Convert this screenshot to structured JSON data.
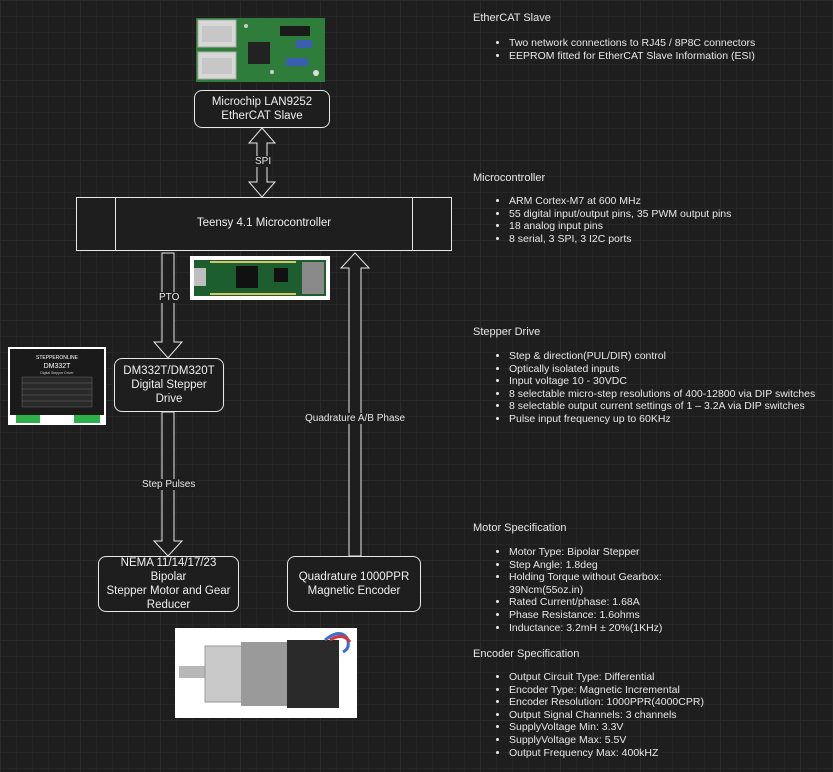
{
  "nodes": {
    "lan9252": "Microchip LAN9252\nEtherCAT Slave",
    "mcu": "Teensy 4.1 Microcontroller",
    "drive": "DM332T/DM320T\nDigital Stepper Drive",
    "motor": "NEMA 11/14/17/23 Bipolar\nStepper Motor and Gear\nReducer",
    "encoder": "Quadrature 1000PPR\nMagnetic Encoder"
  },
  "edges": {
    "spi": "SPI",
    "pto": "PTO",
    "step_pulses": "Step Pulses",
    "quadrature": "Quadrature A/B Phase"
  },
  "images": {
    "drive_brand": "STEPPERONLINE",
    "drive_model": "DM332T",
    "drive_subtitle": "Digital Stepper Driver"
  },
  "sections": [
    {
      "title": "EtherCAT Slave",
      "items": [
        "Two network connections to RJ45 / 8P8C connectors",
        "EEPROM fitted for EtherCAT Slave Information (ESI)"
      ]
    },
    {
      "title": "Microcontroller",
      "items": [
        "ARM Cortex-M7 at 600 MHz",
        "55 digital input/output pins, 35 PWM output pins",
        "18 analog input pins",
        "8 serial, 3 SPI, 3 I2C ports"
      ]
    },
    {
      "title": "Stepper Drive",
      "items": [
        "Step & direction(PUL/DIR) control",
        "Optically isolated inputs",
        "Input voltage 10 - 30VDC",
        "8 selectable micro-step resolutions of 400-12800 via DIP switches",
        "8 selectable output current settings of 1 – 3.2A via DIP switches",
        "Pulse input frequency up to 60KHz"
      ]
    },
    {
      "title": "Motor Specification",
      "items": [
        "Motor Type: Bipolar Stepper",
        "Step Angle: 1.8deg",
        "Holding Torque without Gearbox: 39Ncm(55oz.in)",
        "Rated Current/phase: 1.68A",
        "Phase Resistance: 1.6ohms",
        "Inductance: 3.2mH ± 20%(1KHz)"
      ]
    },
    {
      "title": "Encoder Specification",
      "items": [
        "Output Circuit Type: Differential",
        "Encoder Type: Magnetic Incremental",
        "Encoder Resolution: 1000PPR(4000CPR)",
        "Output Signal Channels: 3 channels",
        "SupplyVoltage Min: 3.3V",
        "SupplyVoltage Max: 5.5V",
        "Output Frequency Max: 400kHZ"
      ]
    }
  ]
}
